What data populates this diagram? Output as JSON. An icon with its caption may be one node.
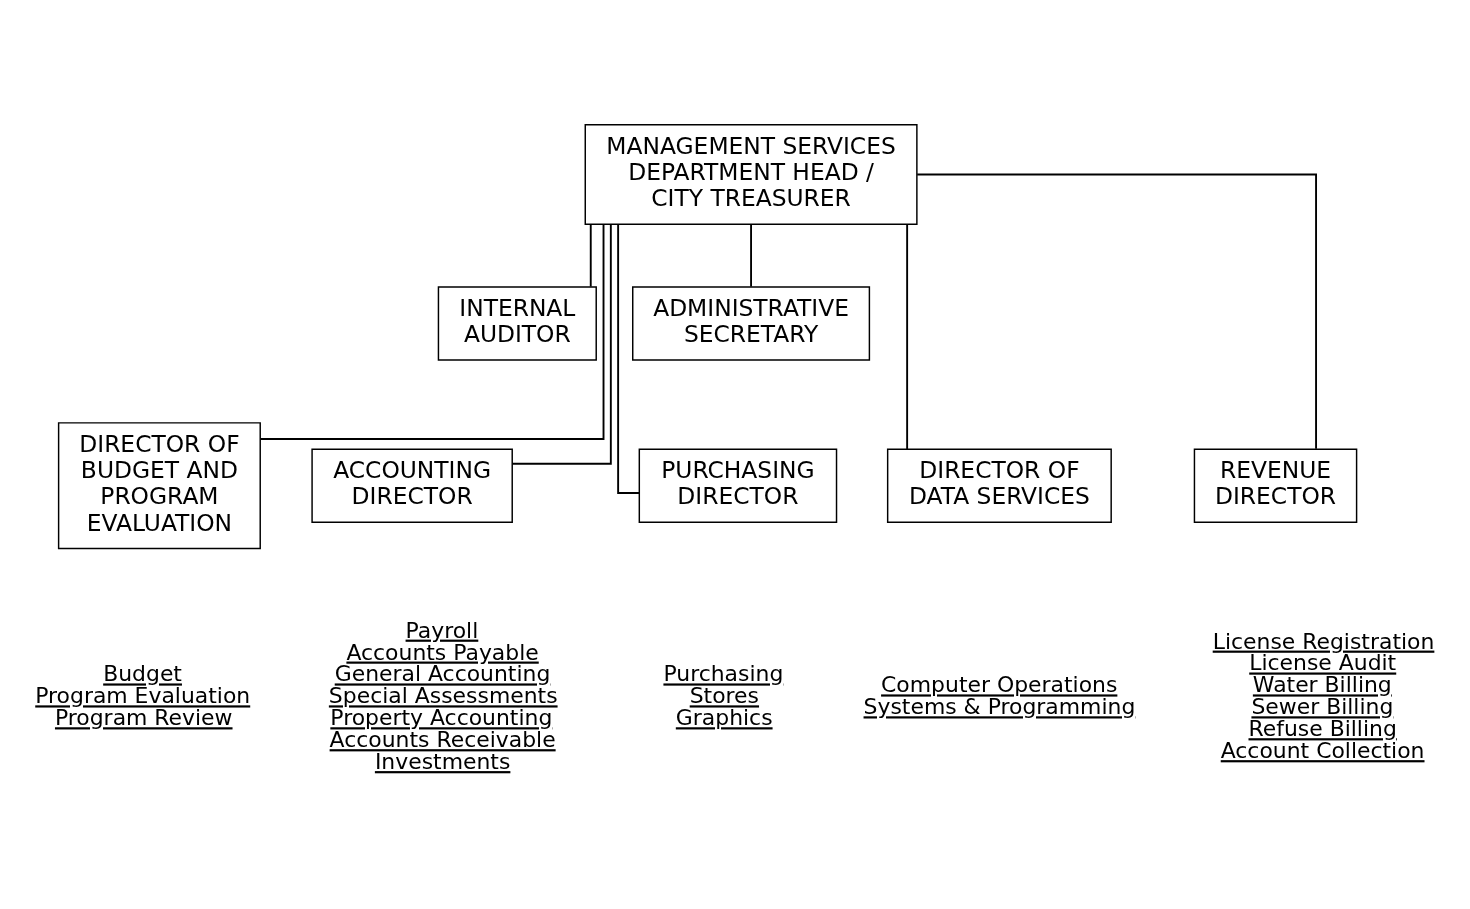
{
  "diagram": {
    "nodes": [
      {
        "text": [
          "MANAGEMENT SERVICES DEPARTMENT HEAD / CITY TREASURER"
        ]
      },
      {
        "text": [
          "INTERNAL AUDITOR"
        ]
      },
      {
        "text": [
          "ADMINISTRATIVE SECRETARY"
        ]
      },
      {
        "text": [
          "ACCOUNTING DIRECTOR"
        ],
        "beside": [
          "Payroll",
          "Accounts Payable",
          "General Accounting",
          "Special Assessments",
          "Property Accounting",
          "Accounts Receivable",
          "Investments"
        ]
      },
      {
        "text": [
          "DIRECTOR OF BUDGET AND PROGRAM EVALUATION"
        ],
        "beside": [
          "Budget",
          "Program Evaluation",
          "Program Review"
        ]
      },
      {
        "text": [
          "PURCHASING DIRECTOR"
        ],
        "beside": [
          "Purchasing",
          "Stores",
          "Graphics"
        ]
      },
      {
        "text": [
          "DIRECTOR OF DATA SERVICES"
        ],
        "beside": [
          "Computer Operations",
          "Systems & Programming"
        ]
      },
      {
        "text": [
          "REVENUE DIRECTOR"
        ],
        "beside": [
          "License Registration",
          "License Audit",
          "Water Billing",
          "Sewer Billing",
          "Refuse Billing",
          "Account Collection"
        ]
      }
    ],
    "edges": [
      {
        "from": 0,
        "to": 1,
        "arrow": "none"
      },
      {
        "from": 0,
        "to": 2,
        "arrow": "none"
      },
      {
        "from": 0,
        "to": 3,
        "arrow": "none"
      },
      {
        "from": 0,
        "to": 4,
        "arrow": "none"
      },
      {
        "from": 0,
        "to": 5,
        "arrow": "none"
      },
      {
        "from": 0,
        "to": 6,
        "arrow": "none"
      },
      {
        "from": 0,
        "to": 7,
        "arrow": "none"
      }
    ]
  }
}
